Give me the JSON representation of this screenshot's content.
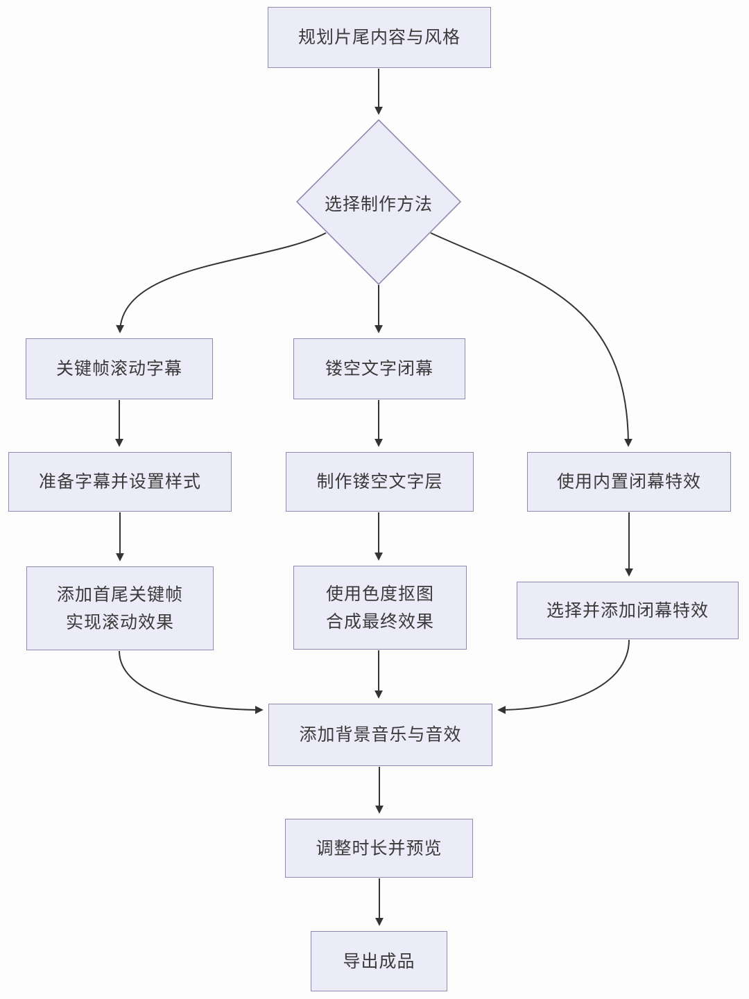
{
  "diagram": {
    "type": "flowchart",
    "nodes": {
      "plan": {
        "label": "规划片尾内容与风格",
        "shape": "rect"
      },
      "choose_method": {
        "label": "选择制作方法",
        "shape": "diamond"
      },
      "keyframe_scroll": {
        "label": "关键帧滚动字幕",
        "shape": "rect"
      },
      "cutout_text": {
        "label": "镂空文字闭幕",
        "shape": "rect"
      },
      "builtin_fx": {
        "label": "使用内置闭幕特效",
        "shape": "rect"
      },
      "prep_subtitle": {
        "label": "准备字幕并设置样式",
        "shape": "rect"
      },
      "make_cutout_layer": {
        "label": "制作镂空文字层",
        "shape": "rect"
      },
      "add_keyframes": {
        "lines": [
          "添加首尾关键帧",
          "实现滚动效果"
        ],
        "shape": "rect"
      },
      "chroma_key": {
        "lines": [
          "使用色度抠图",
          "合成最终效果"
        ],
        "shape": "rect"
      },
      "choose_add_fx": {
        "label": "选择并添加闭幕特效",
        "shape": "rect"
      },
      "add_music": {
        "label": "添加背景音乐与音效",
        "shape": "rect"
      },
      "adjust_preview": {
        "label": "调整时长并预览",
        "shape": "rect"
      },
      "export": {
        "label": "导出成品",
        "shape": "rect"
      }
    },
    "edges": [
      {
        "from": "plan",
        "to": "choose_method"
      },
      {
        "from": "choose_method",
        "to": "keyframe_scroll"
      },
      {
        "from": "choose_method",
        "to": "cutout_text"
      },
      {
        "from": "choose_method",
        "to": "builtin_fx"
      },
      {
        "from": "keyframe_scroll",
        "to": "prep_subtitle"
      },
      {
        "from": "cutout_text",
        "to": "make_cutout_layer"
      },
      {
        "from": "prep_subtitle",
        "to": "add_keyframes"
      },
      {
        "from": "make_cutout_layer",
        "to": "chroma_key"
      },
      {
        "from": "builtin_fx",
        "to": "choose_add_fx"
      },
      {
        "from": "add_keyframes",
        "to": "add_music"
      },
      {
        "from": "chroma_key",
        "to": "add_music"
      },
      {
        "from": "choose_add_fx",
        "to": "add_music"
      },
      {
        "from": "add_music",
        "to": "adjust_preview"
      },
      {
        "from": "adjust_preview",
        "to": "export"
      }
    ],
    "colors": {
      "node_fill": "#ECEBF8",
      "node_border": "#8E8AAE",
      "arrow": "#333333",
      "text": "#3A3A3A",
      "background": "#FDFDFD"
    }
  }
}
